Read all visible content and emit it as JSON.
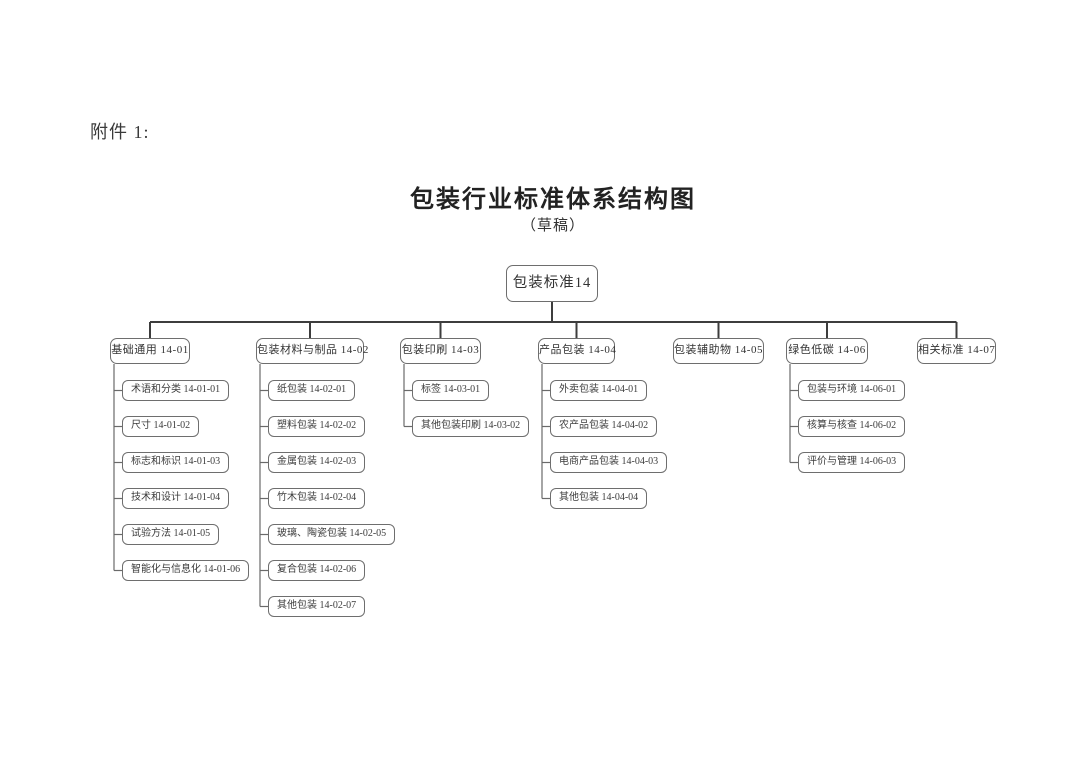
{
  "page": {
    "attachment_label": "附件 1:",
    "title": "包装行业标准体系结构图",
    "subtitle": "（草稿）"
  },
  "tree": {
    "root": "包装标准14",
    "branches": [
      {
        "label": "基础通用 14-01",
        "children": [
          "术语和分类 14-01-01",
          "尺寸 14-01-02",
          "标志和标识 14-01-03",
          "技术和设计 14-01-04",
          "试验方法 14-01-05",
          "智能化与信息化 14-01-06"
        ]
      },
      {
        "label": "包装材料与制品 14-02",
        "children": [
          "纸包装 14-02-01",
          "塑料包装 14-02-02",
          "金属包装 14-02-03",
          "竹木包装 14-02-04",
          "玻璃、陶瓷包装 14-02-05",
          "复合包装 14-02-06",
          "其他包装 14-02-07"
        ]
      },
      {
        "label": "包装印刷 14-03",
        "children": [
          "标签 14-03-01",
          "其他包装印刷 14-03-02"
        ]
      },
      {
        "label": "产品包装 14-04",
        "children": [
          "外卖包装 14-04-01",
          "农产品包装 14-04-02",
          "电商产品包装 14-04-03",
          "其他包装 14-04-04"
        ]
      },
      {
        "label": "包装辅助物 14-05",
        "children": []
      },
      {
        "label": "绿色低碳 14-06",
        "children": [
          "包装与环境 14-06-01",
          "核算与核查 14-06-02",
          "评价与管理 14-06-03"
        ]
      },
      {
        "label": "相关标准 14-07",
        "children": []
      }
    ]
  },
  "colors": {
    "main_line": "#3d3d3d",
    "child_line": "#6a6a6a",
    "box_border": "#6e6e6e",
    "text": "#2b2b2b"
  }
}
